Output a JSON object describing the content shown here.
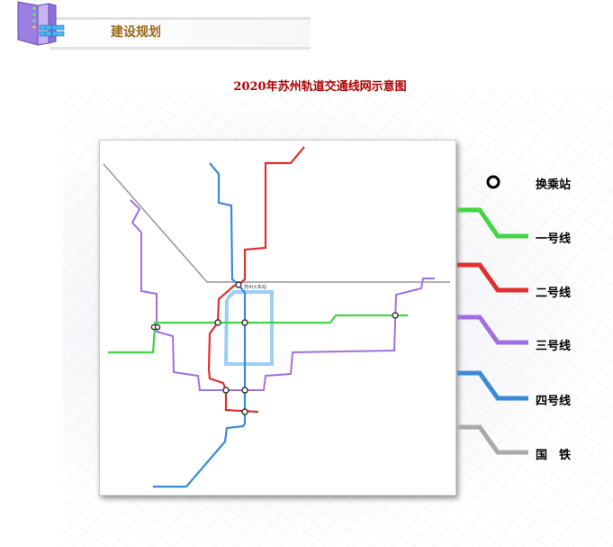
{
  "header": {
    "title": "建设规划"
  },
  "map": {
    "title": "2020年苏州轨道交通线网示意图",
    "station_label": "苏州火车站"
  },
  "legend": {
    "items": [
      {
        "label": "换乘站",
        "icon": "interchange-circle-icon",
        "color": "#000000"
      },
      {
        "label": "一号线",
        "color": "#44d444"
      },
      {
        "label": "二号线",
        "color": "#e03030"
      },
      {
        "label": "三号线",
        "color": "#a070e0"
      },
      {
        "label": "四号线",
        "color": "#3a8ad8"
      },
      {
        "label": "国　铁",
        "color": "#aaaaaa"
      }
    ]
  }
}
